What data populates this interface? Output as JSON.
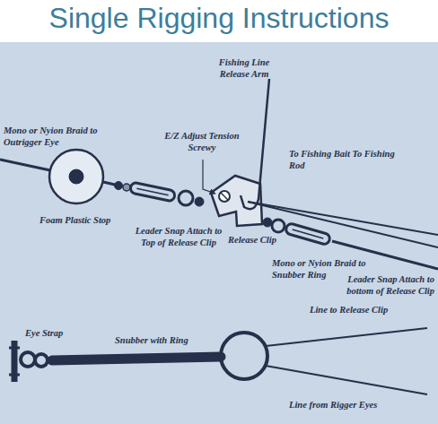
{
  "diagram": {
    "title": "Single Rigging Instructions",
    "labels": [
      "Fishing Line Release Arm",
      "Mono or Nyion Braid to Outrigger Eye",
      "E/Z Adjust Tension Screwy",
      "To Fishing Bait To Fishing Rod",
      "Foam Plastic Stop",
      "Leader Snap Attach to Top of Release Clip",
      "Release Clip",
      "Mono or Nyion Braid to Snubber Ring",
      "Leader Snap Attach to bottom of Release Clip",
      "Eye Strap",
      "Snubber with Ring",
      "Line to Release Clip",
      "Line from Rigger Eyes"
    ]
  }
}
